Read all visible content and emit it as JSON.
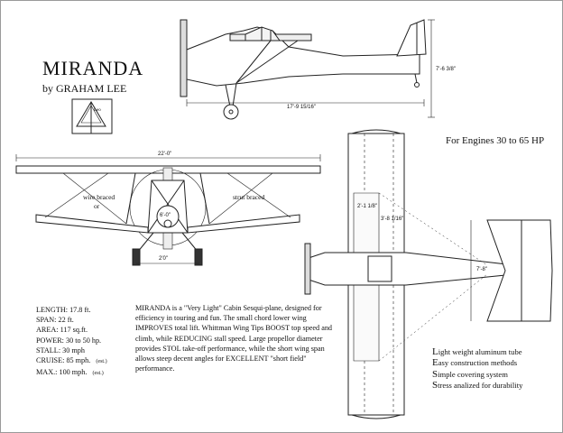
{
  "title": "MIRANDA",
  "byline": "by GRAHAM LEE",
  "logo_text": "Leo",
  "engines_note": "For Engines 30 to 65 HP",
  "specs": [
    {
      "text": "LENGTH: 17.8 ft."
    },
    {
      "text": "SPAN: 22 ft."
    },
    {
      "text": "AREA: 117 sq.ft."
    },
    {
      "text": "POWER: 30 to 50 hp."
    },
    {
      "text": "STALL: 30 mph"
    },
    {
      "text": "CRUISE: 85 mph.",
      "note": "(est.)"
    },
    {
      "text": "MAX.: 100 mph.",
      "note": "(est.)"
    }
  ],
  "description": "MIRANDA is a \"Very Light\" Cabin Sesqui-plane, designed for efficiency in touring and fun. The small chord lower wing IMPROVES total lift. Whittman Wing Tips BOOST top speed and climb, while REDUCING stall speed. Large propellor diameter provides STOL take-off performance, while the short wing span allows steep decent angles for EXCELLENT \"short field\" performance.",
  "features": [
    {
      "initial": "L",
      "rest": "ight weight aluminum tube"
    },
    {
      "initial": "E",
      "rest": "asy construction methods"
    },
    {
      "initial": "S",
      "rest": "imple covering system"
    },
    {
      "initial": "S",
      "rest": "tress analized for durability"
    }
  ],
  "dims": {
    "side_length": "17'-9 15/16\"",
    "side_height": "7'-6 3/8\"",
    "front_span": "22'-0\"",
    "prop_dia": "6'-0\"",
    "gear_track": "2'0\"",
    "top_chord1": "2'-1 1/8\"",
    "top_chord2": "3'-8 1/16\"",
    "stab_span": "7'-8\""
  },
  "labels": {
    "wire_braced": "wire braced",
    "or": "or",
    "strut_braced": "strut braced"
  }
}
